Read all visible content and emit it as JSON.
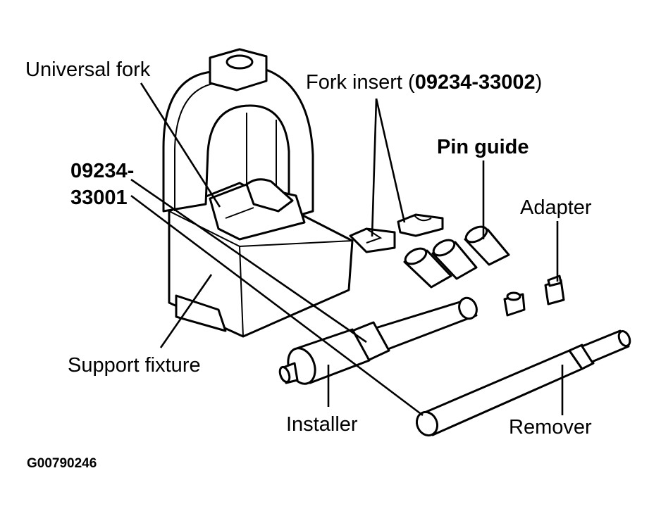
{
  "labels": {
    "universal_fork": "Universal fork",
    "fork_insert_prefix": "Fork insert (",
    "fork_insert_code": "09234-33002",
    "fork_insert_suffix": ")",
    "pin_guide": "Pin guide",
    "adapter": "Adapter",
    "part_number_line1": "09234-",
    "part_number_line2": "33001",
    "support_fixture": "Support fixture",
    "installer": "Installer",
    "remover": "Remover"
  },
  "figure_code": "G00790246"
}
